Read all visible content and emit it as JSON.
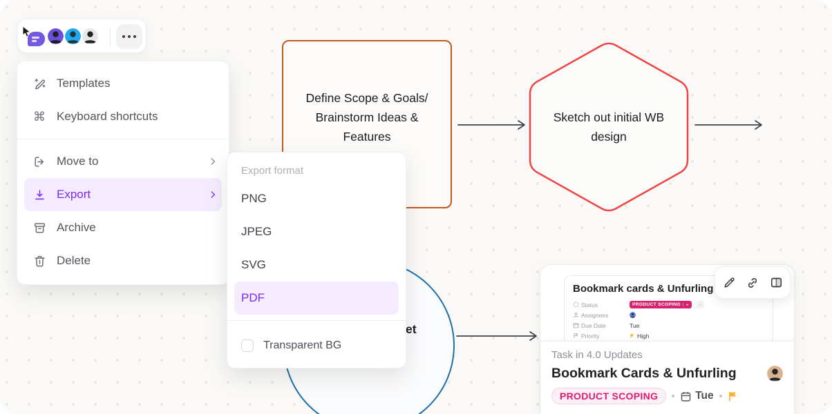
{
  "presence_bar": {
    "avatars": [
      {
        "name": "collaborator-1",
        "bg": "#6C4FD8"
      },
      {
        "name": "collaborator-2",
        "bg": "#1FA9EE"
      },
      {
        "name": "collaborator-3",
        "bg": "#E8E8E9"
      }
    ],
    "more_icon": "ellipsis-icon",
    "cursor_icon": "live-cursor-icon",
    "logo_icon": "chat-bubble-logo-icon"
  },
  "context_menu": {
    "items": [
      {
        "label": "Templates",
        "icon": "magic-pen-icon"
      },
      {
        "label": "Keyboard shortcuts",
        "icon": "command-icon"
      },
      {
        "label": "Move to",
        "icon": "move-to-icon",
        "has_submenu": true
      },
      {
        "label": "Export",
        "icon": "download-icon",
        "has_submenu": true,
        "active": true
      },
      {
        "label": "Archive",
        "icon": "archive-icon"
      },
      {
        "label": "Delete",
        "icon": "trash-icon"
      }
    ]
  },
  "export_submenu": {
    "header": "Export format",
    "formats": [
      "PNG",
      "JPEG",
      "SVG",
      "PDF"
    ],
    "active_format": "PDF",
    "checkbox_label": "Transparent BG",
    "checkbox_checked": false
  },
  "canvas": {
    "shapes": {
      "rectangle": {
        "lines": [
          "Define Scope & Goals/",
          "Brainstorm Ideas &",
          "Features"
        ],
        "border_color": "#C05A1E"
      },
      "hexagon": {
        "lines": [
          "Sketch out initial WB",
          "design"
        ],
        "border_color": "#EE4546"
      },
      "circle": {
        "visible_text": "et",
        "border_color": "#1E6FA8"
      }
    },
    "arrow_color": "#3F4146"
  },
  "task_card": {
    "toolbar_icons": [
      "edit-pencil-icon",
      "link-icon",
      "split-view-icon"
    ],
    "preview": {
      "title": "Bookmark cards & Unfurling",
      "fields": [
        {
          "label": "Status",
          "icon": "status-icon",
          "value": "PRODUCT SCOPING"
        },
        {
          "label": "Assignees",
          "icon": "person-icon",
          "value": ""
        },
        {
          "label": "Due Date",
          "icon": "calendar-icon",
          "value": "Tue"
        },
        {
          "label": "Priority",
          "icon": "flag-icon",
          "value": "High"
        }
      ]
    },
    "unfurl": {
      "breadcrumb": "Task in 4.0 Updates",
      "title": "Bookmark Cards & Unfurling",
      "tag": "PRODUCT SCOPING",
      "due": "Tue",
      "flag_icon": "flag-icon"
    }
  },
  "colors": {
    "accent_purple": "#7C2BF5",
    "menu_highlight": "#F4EBFE",
    "rect_orange": "#C05A1E",
    "hex_red": "#EE4546",
    "circle_blue": "#1E6FA8",
    "status_badge_pink": "#D6246E",
    "tag_pink": "#DE1A72",
    "flag_orange": "#FFB02E",
    "canvas_bg": "#FAF9F7"
  }
}
